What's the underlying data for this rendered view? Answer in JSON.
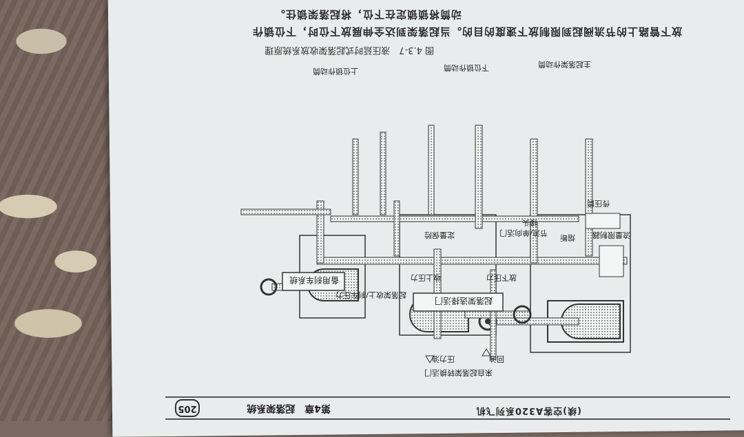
{
  "header": {
    "page_number": "205",
    "chapter": "第4章　起落架系统",
    "running_text": "(续)空客A320系列飞机"
  },
  "body": {
    "line1": "放下管路上的节流阀起到限制放下速度的目的。当起落架到达全伸展放下位时，下位锁作",
    "line2": "动筒将锁锁定在下位，将起落架锁住。"
  },
  "figure": {
    "caption": "图 4.3-7　液压延时式起落架收放系统原理",
    "labels": {
      "main_actuator": "主起落架作动筒",
      "down_lock_actuator": "下位锁作动筒",
      "up_lock_actuator": "上位锁作动筒",
      "transfer_cylinder": "传压筒",
      "fuse": "熔断",
      "throttle_check": "节流/单向活门",
      "connector": "接头",
      "flow_limiter": "流量限制器",
      "pressure_relief": "定量保险",
      "selector_valve": "起落架选择活门",
      "down_pressure": "放下压力",
      "up_pressure": "收上压力",
      "up_brake_pressure": "起落架收上/刹车压力",
      "backup_brake": "备用刹车系统",
      "pressure_oil": "压力油",
      "return_oil": "回油",
      "from_valve": "来自起落架转换活门"
    }
  }
}
